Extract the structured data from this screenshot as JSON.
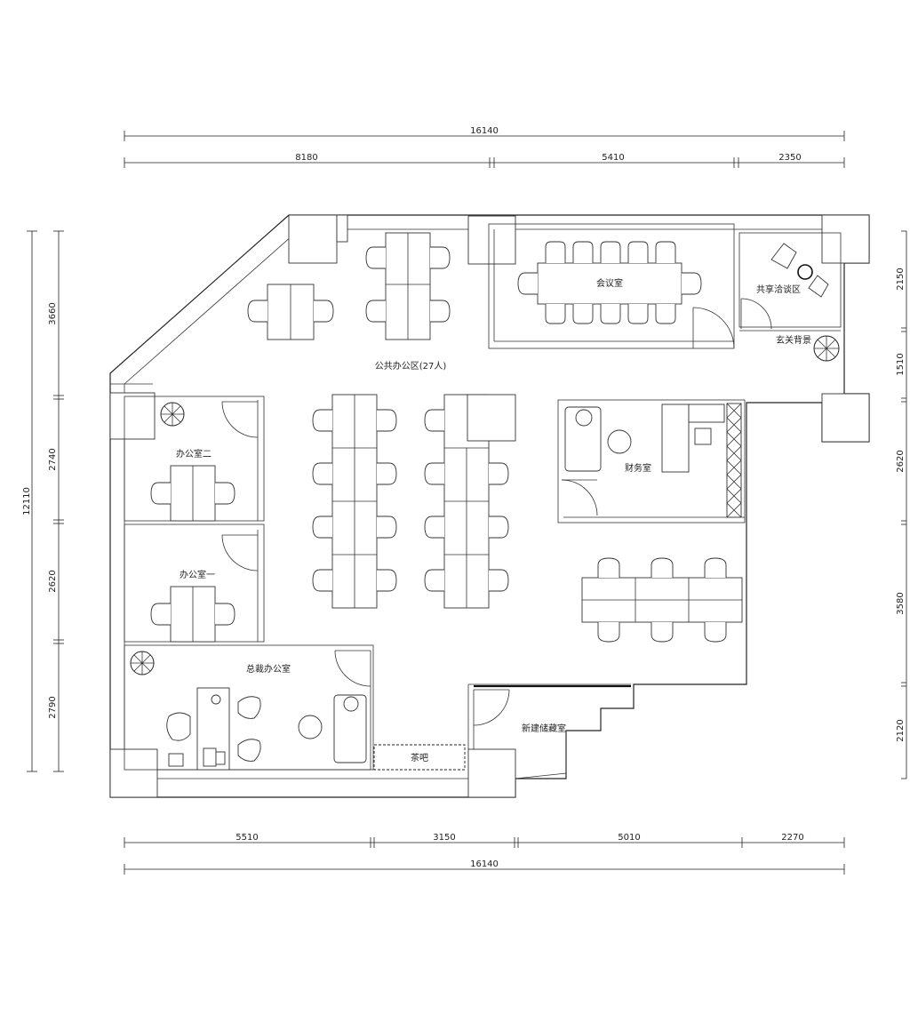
{
  "dimensions": {
    "top_total": "16140",
    "top_segments": [
      "8180",
      "5410",
      "2350"
    ],
    "bottom_segments": [
      "5510",
      "3150",
      "5010",
      "2270"
    ],
    "bottom_total": "16140",
    "left_total": "12110",
    "left_segments": [
      "3660",
      "2740",
      "2620",
      "2790"
    ],
    "right_segments": [
      "2150",
      "1510",
      "2620",
      "3580",
      "2120"
    ]
  },
  "rooms": {
    "meeting_room": "会议室",
    "shared_lounge": "共享洽谈区",
    "entrance": "玄关背景",
    "open_office": "公共办公区(27人)",
    "office_two": "办公室二",
    "office_one": "办公室一",
    "finance_room": "财务室",
    "ceo_office": "总裁办公室",
    "tea_bar": "茶吧",
    "storage_room": "新建储藏室"
  }
}
